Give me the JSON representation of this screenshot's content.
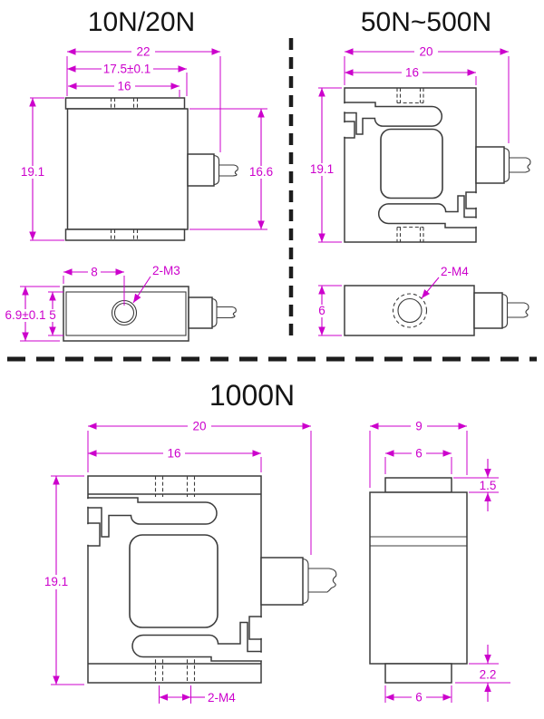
{
  "colors": {
    "dimension_lines": "#cc00cc",
    "drawing_lines": "#3c3c3c",
    "titles": "#141414",
    "separators": "#1c1c1c",
    "hatch": "#777777",
    "background": "#ffffff"
  },
  "sections": {
    "small": {
      "title": "10N/20N",
      "front_view": {
        "width_total": "22",
        "width_flange": "17.5±0.1",
        "width_inner": "16",
        "height_total": "19.1",
        "height_inner": "16.6"
      },
      "top_view": {
        "hole_offset": "8",
        "thread_callout": "2-M3",
        "height_total": "6.9±0.1",
        "height_inner": "5"
      }
    },
    "medium": {
      "title": "50N~500N",
      "front_view": {
        "width_total": "20",
        "width_body": "16",
        "height_total": "19.1"
      },
      "top_view": {
        "thread_callout": "2-M4",
        "height_body": "6"
      }
    },
    "large": {
      "title": "1000N",
      "front_view": {
        "width_total": "20",
        "width_body": "16",
        "height_total": "19.1",
        "thread_callout": "2-M4"
      },
      "side_view": {
        "width_total": "9",
        "boss_width_top": "6",
        "boss_height_top": "1.5",
        "boss_height_bottom": "2.2",
        "boss_width_bottom": "6"
      }
    }
  }
}
